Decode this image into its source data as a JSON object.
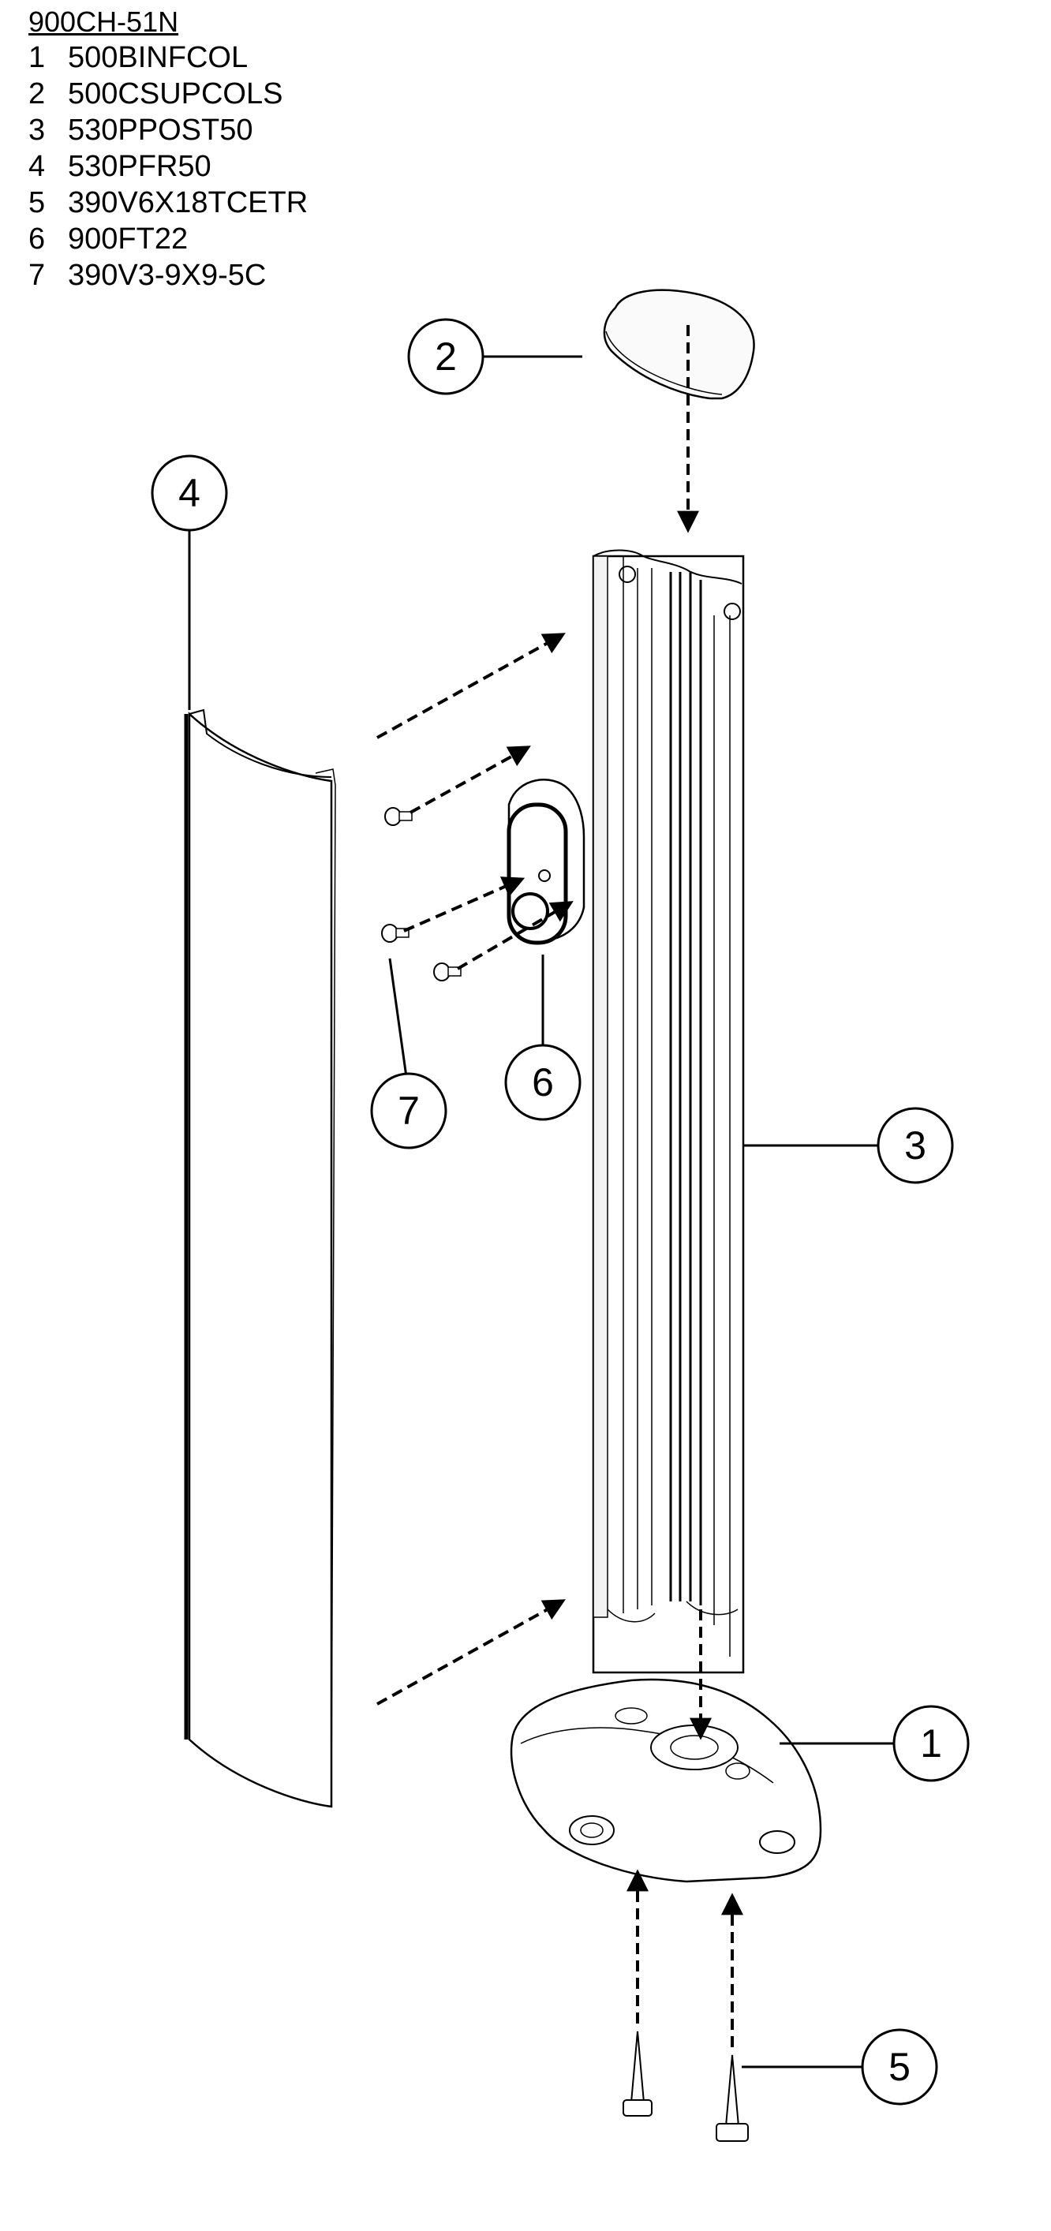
{
  "assembly_code": "900CH-51N",
  "parts": [
    {
      "num": "1",
      "code": "500BINFCOL"
    },
    {
      "num": "2",
      "code": "500CSUPCOLS"
    },
    {
      "num": "3",
      "code": "530PPOST50"
    },
    {
      "num": "4",
      "code": "530PFR50"
    },
    {
      "num": "5",
      "code": "390V6X18TCETR"
    },
    {
      "num": "6",
      "code": "900FT22"
    },
    {
      "num": "7",
      "code": "390V3-9X9-5C"
    }
  ],
  "callouts": {
    "c1": "1",
    "c2": "2",
    "c3": "3",
    "c4": "4",
    "c5": "5",
    "c6": "6",
    "c7": "7"
  }
}
